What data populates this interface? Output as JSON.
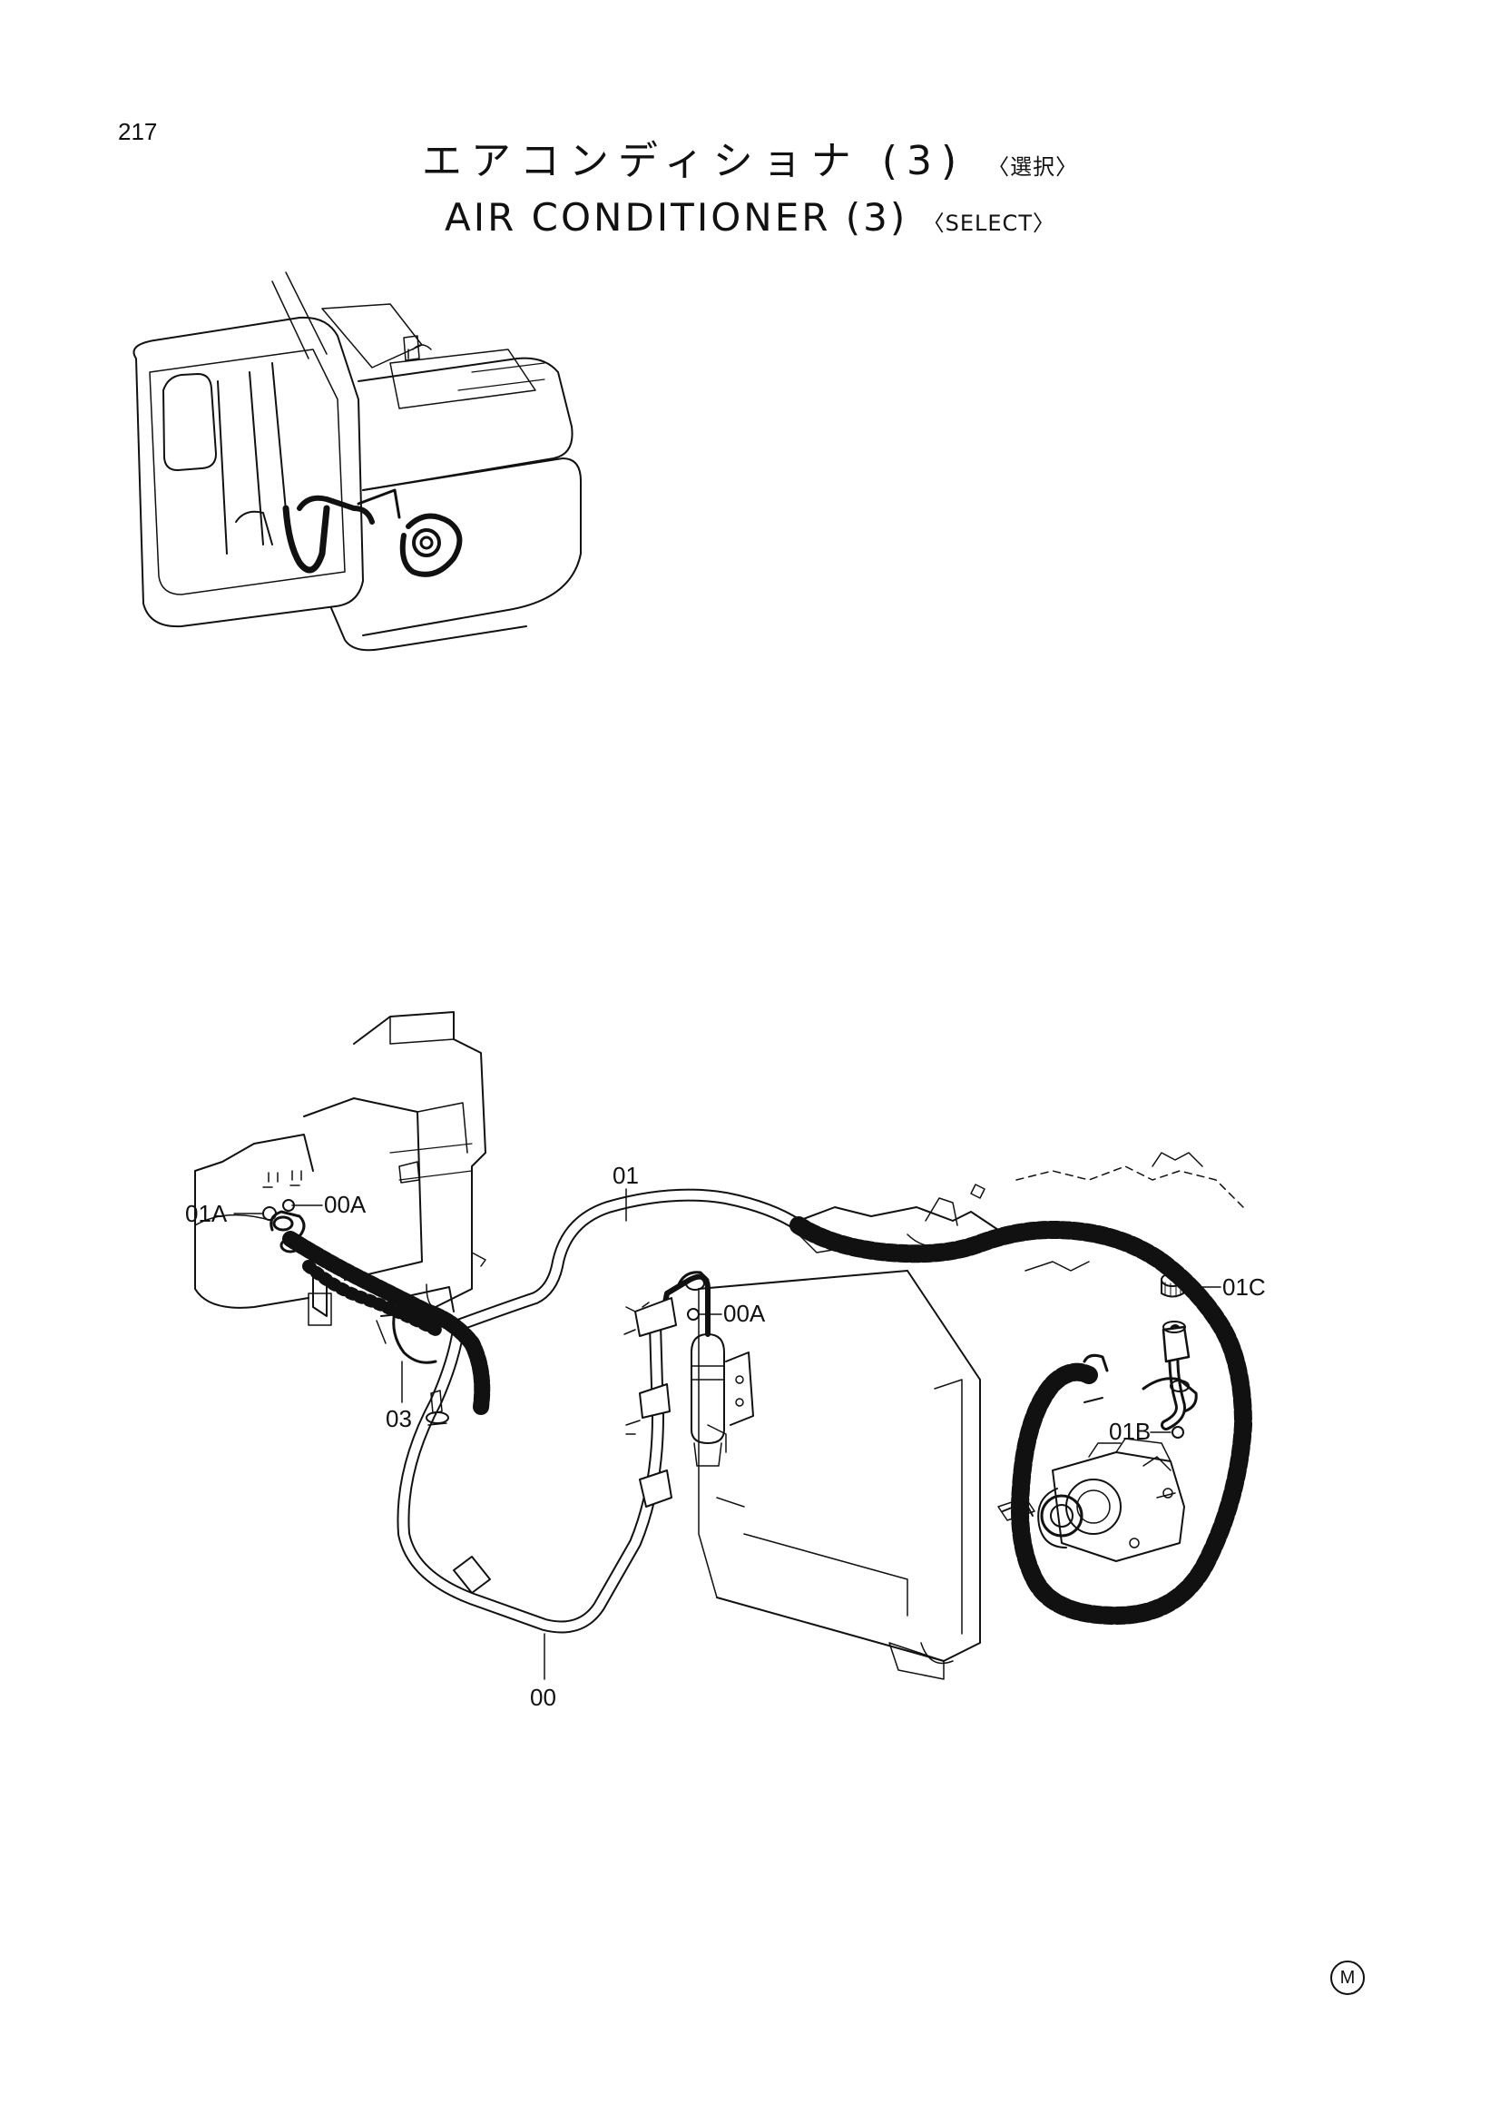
{
  "page_number": "217",
  "title": {
    "japanese": "エアコンディショナ (3)",
    "japanese_note": "〈選択〉",
    "english": "AIR CONDITIONER (3)",
    "english_note": "〈SELECT〉"
  },
  "callouts": {
    "c01": "01",
    "c01a": "01A",
    "c00a_left": "00A",
    "c00a_mid": "00A",
    "c01b": "01B",
    "c01c": "01C",
    "c03": "03",
    "c00": "00"
  },
  "stamp": "M"
}
